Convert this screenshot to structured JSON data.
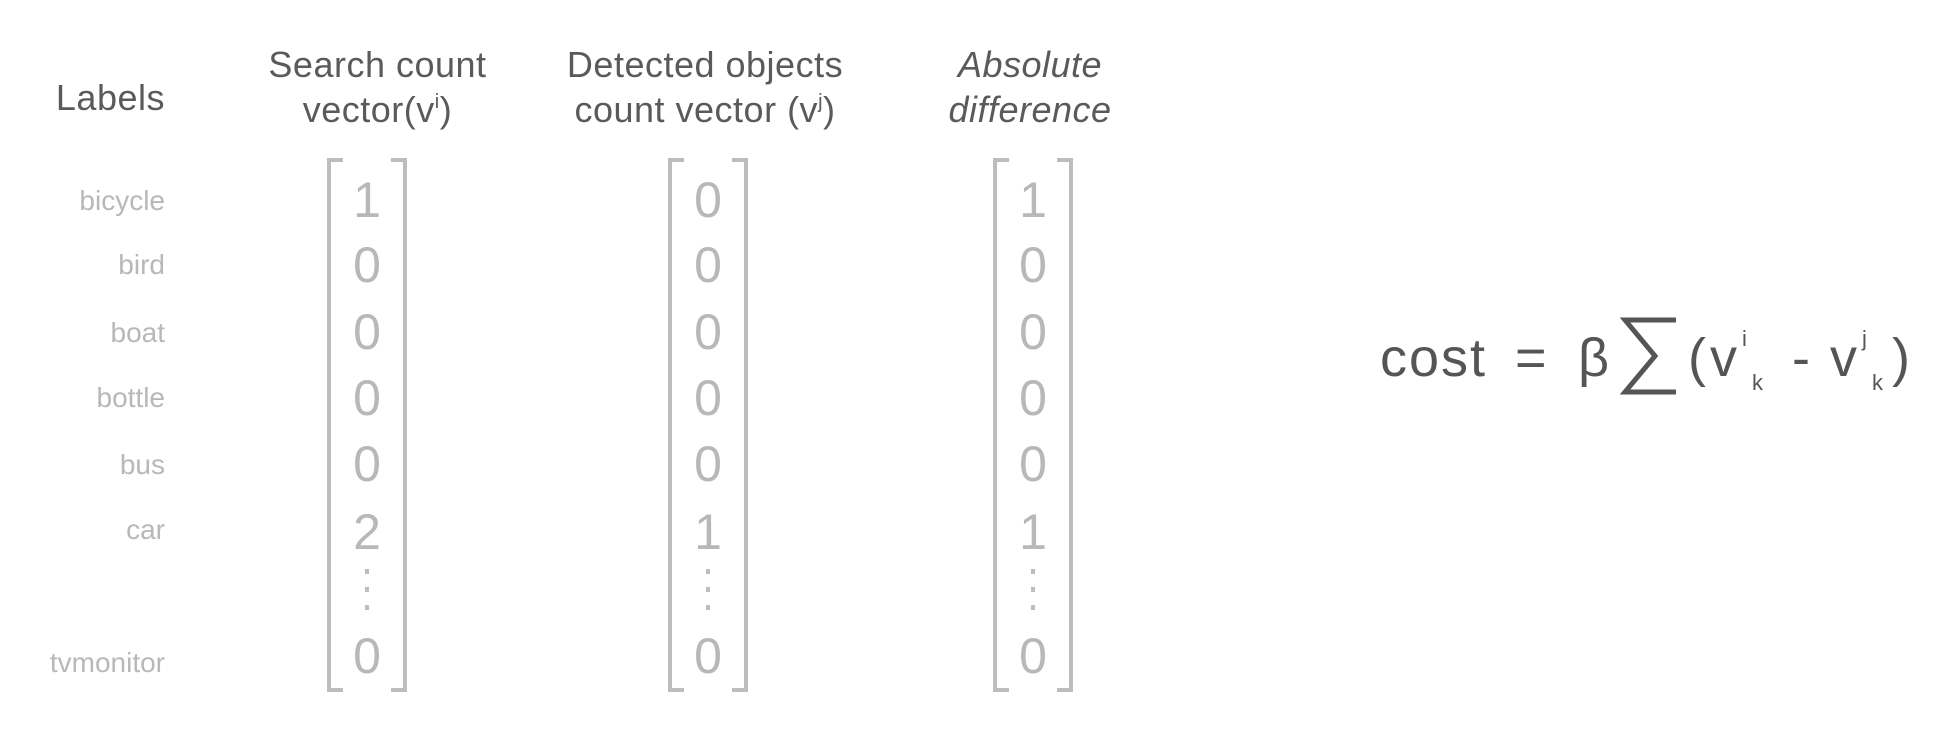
{
  "headers": {
    "labels": "Labels",
    "search_line1": "Search count",
    "search_line2": "vector(v",
    "search_sup": "i",
    "search_close": ")",
    "detected_line1": "Detected objects",
    "detected_line2": "count vector (v",
    "detected_sup": "j",
    "detected_close": ")",
    "absolute_line1": "Absolute",
    "absolute_line2": "difference"
  },
  "labels": [
    "bicycle",
    "bird",
    "boat",
    "bottle",
    "bus",
    "car",
    "tvmonitor"
  ],
  "vectors": {
    "search": [
      "1",
      "0",
      "0",
      "0",
      "0",
      "2",
      "0"
    ],
    "detected": [
      "0",
      "0",
      "0",
      "0",
      "0",
      "1",
      "0"
    ],
    "absolute": [
      "1",
      "0",
      "0",
      "0",
      "0",
      "1",
      "0"
    ]
  },
  "formula": {
    "lhs": "cost",
    "equals": "=",
    "beta": "β",
    "open_paren": "(",
    "v1": "v",
    "v1_sup": "i",
    "v1_sub": "k",
    "minus": "-",
    "v2": "v",
    "v2_sup": "j",
    "v2_sub": "k",
    "close_paren": ")"
  }
}
